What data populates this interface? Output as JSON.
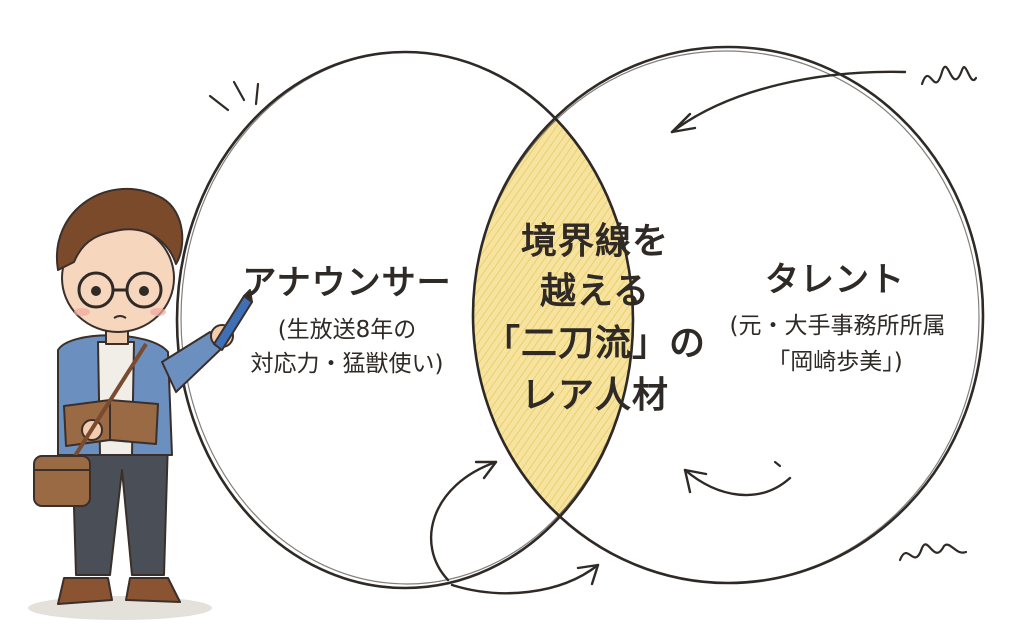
{
  "left_set": {
    "title": "アナウンサー",
    "detail_line1": "(生放送8年の",
    "detail_line2": "対応力・猛獣使い)"
  },
  "right_set": {
    "title": "タレント",
    "detail_line1": "(元・大手事務所所属",
    "detail_line2": "「岡崎歩美」)"
  },
  "intersection": {
    "line1": "境界線を",
    "line2": "越える",
    "line3": "「二刀流」の",
    "line4": "レア人材"
  },
  "colors": {
    "outline": "#2f2a26",
    "overlap_fill": "#f4dc8a",
    "text": "#2f2a26"
  }
}
